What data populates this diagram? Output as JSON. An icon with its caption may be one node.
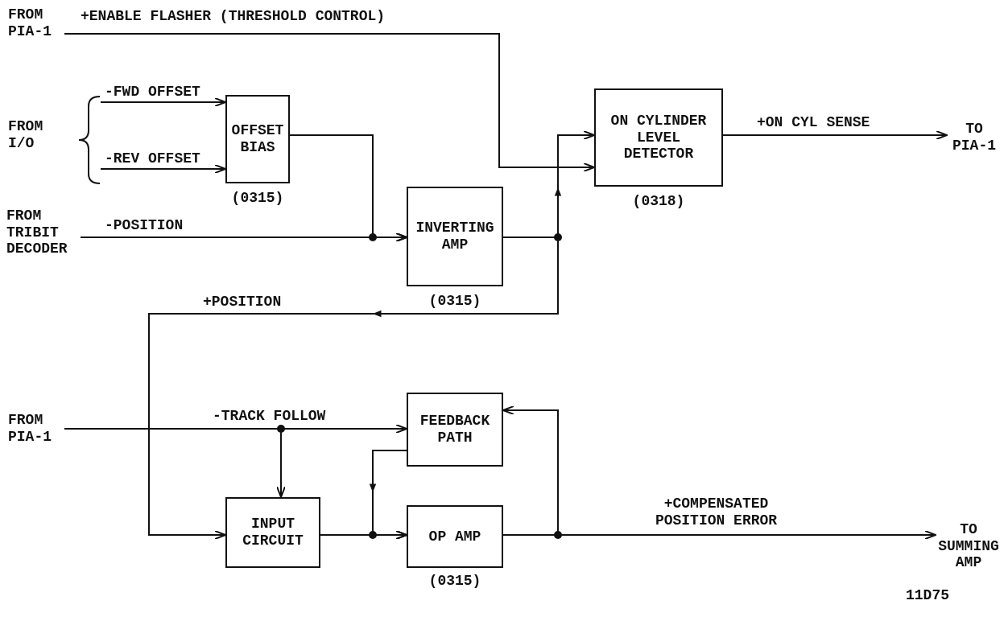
{
  "diagram": {
    "nodes": [
      {
        "text": [
          "FROM PIA-1"
        ]
      },
      {
        "text": [
          "FROM I/O"
        ]
      },
      {
        "text": [
          "FROM TRIBIT DECODER"
        ]
      },
      {
        "text": [
          "OFFSET BIAS"
        ],
        "beside": [
          "(0315)"
        ]
      },
      {
        "text": [
          "INVERTING AMP"
        ],
        "beside": [
          "(0315)"
        ]
      },
      {
        "text": [
          "ON CYLINDER LEVEL DETECTOR"
        ],
        "beside": [
          "(0318)"
        ]
      },
      {
        "text": [
          "TO PIA-1"
        ]
      },
      {
        "text": [
          "FROM PIA-1"
        ]
      },
      {
        "text": [
          "FEEDBACK PATH"
        ]
      },
      {
        "text": [
          "INPUT CIRCUIT"
        ]
      },
      {
        "text": [
          "OP AMP"
        ],
        "beside": [
          "(0315)"
        ]
      },
      {
        "text": [
          "TO SUMMING AMP"
        ]
      }
    ],
    "edges": [
      {
        "from": 0,
        "to": 5,
        "arrow": "to",
        "label": "+ENABLE FLASHER (THRESHOLD CONTROL)"
      },
      {
        "from": 1,
        "to": 3,
        "arrow": "to",
        "label": "-FWD OFFSET"
      },
      {
        "from": 1,
        "to": 3,
        "arrow": "to",
        "label": "-REV OFFSET"
      },
      {
        "from": 2,
        "to": 4,
        "arrow": "to",
        "label": "-POSITION"
      },
      {
        "from": 3,
        "to": 4,
        "arrow": "to"
      },
      {
        "from": 4,
        "to": 5,
        "arrow": "to"
      },
      {
        "from": 4,
        "to": 9,
        "arrow": "to",
        "label": "+POSITION"
      },
      {
        "from": 5,
        "to": 6,
        "arrow": "to",
        "label": "+ON CYL SENSE"
      },
      {
        "from": 7,
        "to": 8,
        "arrow": "to",
        "label": "-TRACK FOLLOW"
      },
      {
        "from": 7,
        "to": 9,
        "arrow": "to"
      },
      {
        "from": 8,
        "to": 10,
        "arrow": "to"
      },
      {
        "from": 9,
        "to": 10,
        "arrow": "to"
      },
      {
        "from": 10,
        "to": 11,
        "arrow": "to",
        "label": "+COMPENSATED POSITION ERROR"
      },
      {
        "from": 10,
        "to": 8,
        "arrow": "to"
      }
    ],
    "labels": [
      "11D75"
    ]
  }
}
